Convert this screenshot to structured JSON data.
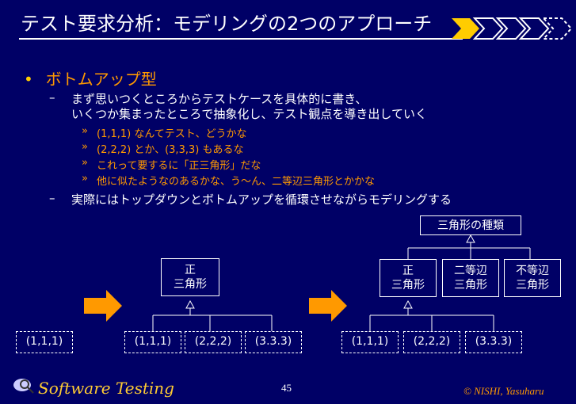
{
  "title": "テスト要求分析：モデリングの2つのアプローチ",
  "bullet_main": "ボトムアップ型",
  "sub1_line1": "まず思いつくところからテストケースを具体的に書き、",
  "sub1_line2": "いくつか集まったところで抽象化し、テスト観点を導き出していく",
  "examples": [
    "(1,1,1) なんてテスト、どうかな",
    "(2,2,2) とか、(3,3,3) もあるな",
    "これって要するに「正三角形」だな",
    "他に似たようなのあるかな、う～ん、二等辺三角形とかかな"
  ],
  "sub2": "実際にはトップダウンとボトムアップを循環させながらモデリングする",
  "diagram": {
    "step1_case": "(1,1,1)",
    "step2_cases": [
      "(1,1,1)",
      "(2,2,2)",
      "(3.3.3)"
    ],
    "step2_parent": [
      "正",
      "三角形"
    ],
    "step3_cases": [
      "(1,1,1)",
      "(2,2,2)",
      "(3.3.3)"
    ],
    "step3_root": "三角形の種類",
    "step3_children": [
      [
        "正",
        "三角形"
      ],
      [
        "二等辺",
        "三角形"
      ],
      [
        "不等辺",
        "三角形"
      ]
    ]
  },
  "footer": {
    "logo_text": "Software Testing",
    "page": "45",
    "copyright": "© NISHI, Yasuharu"
  },
  "colors": {
    "background": "#000066",
    "accent": "#ff9900",
    "bullet": "#ffcc00"
  }
}
